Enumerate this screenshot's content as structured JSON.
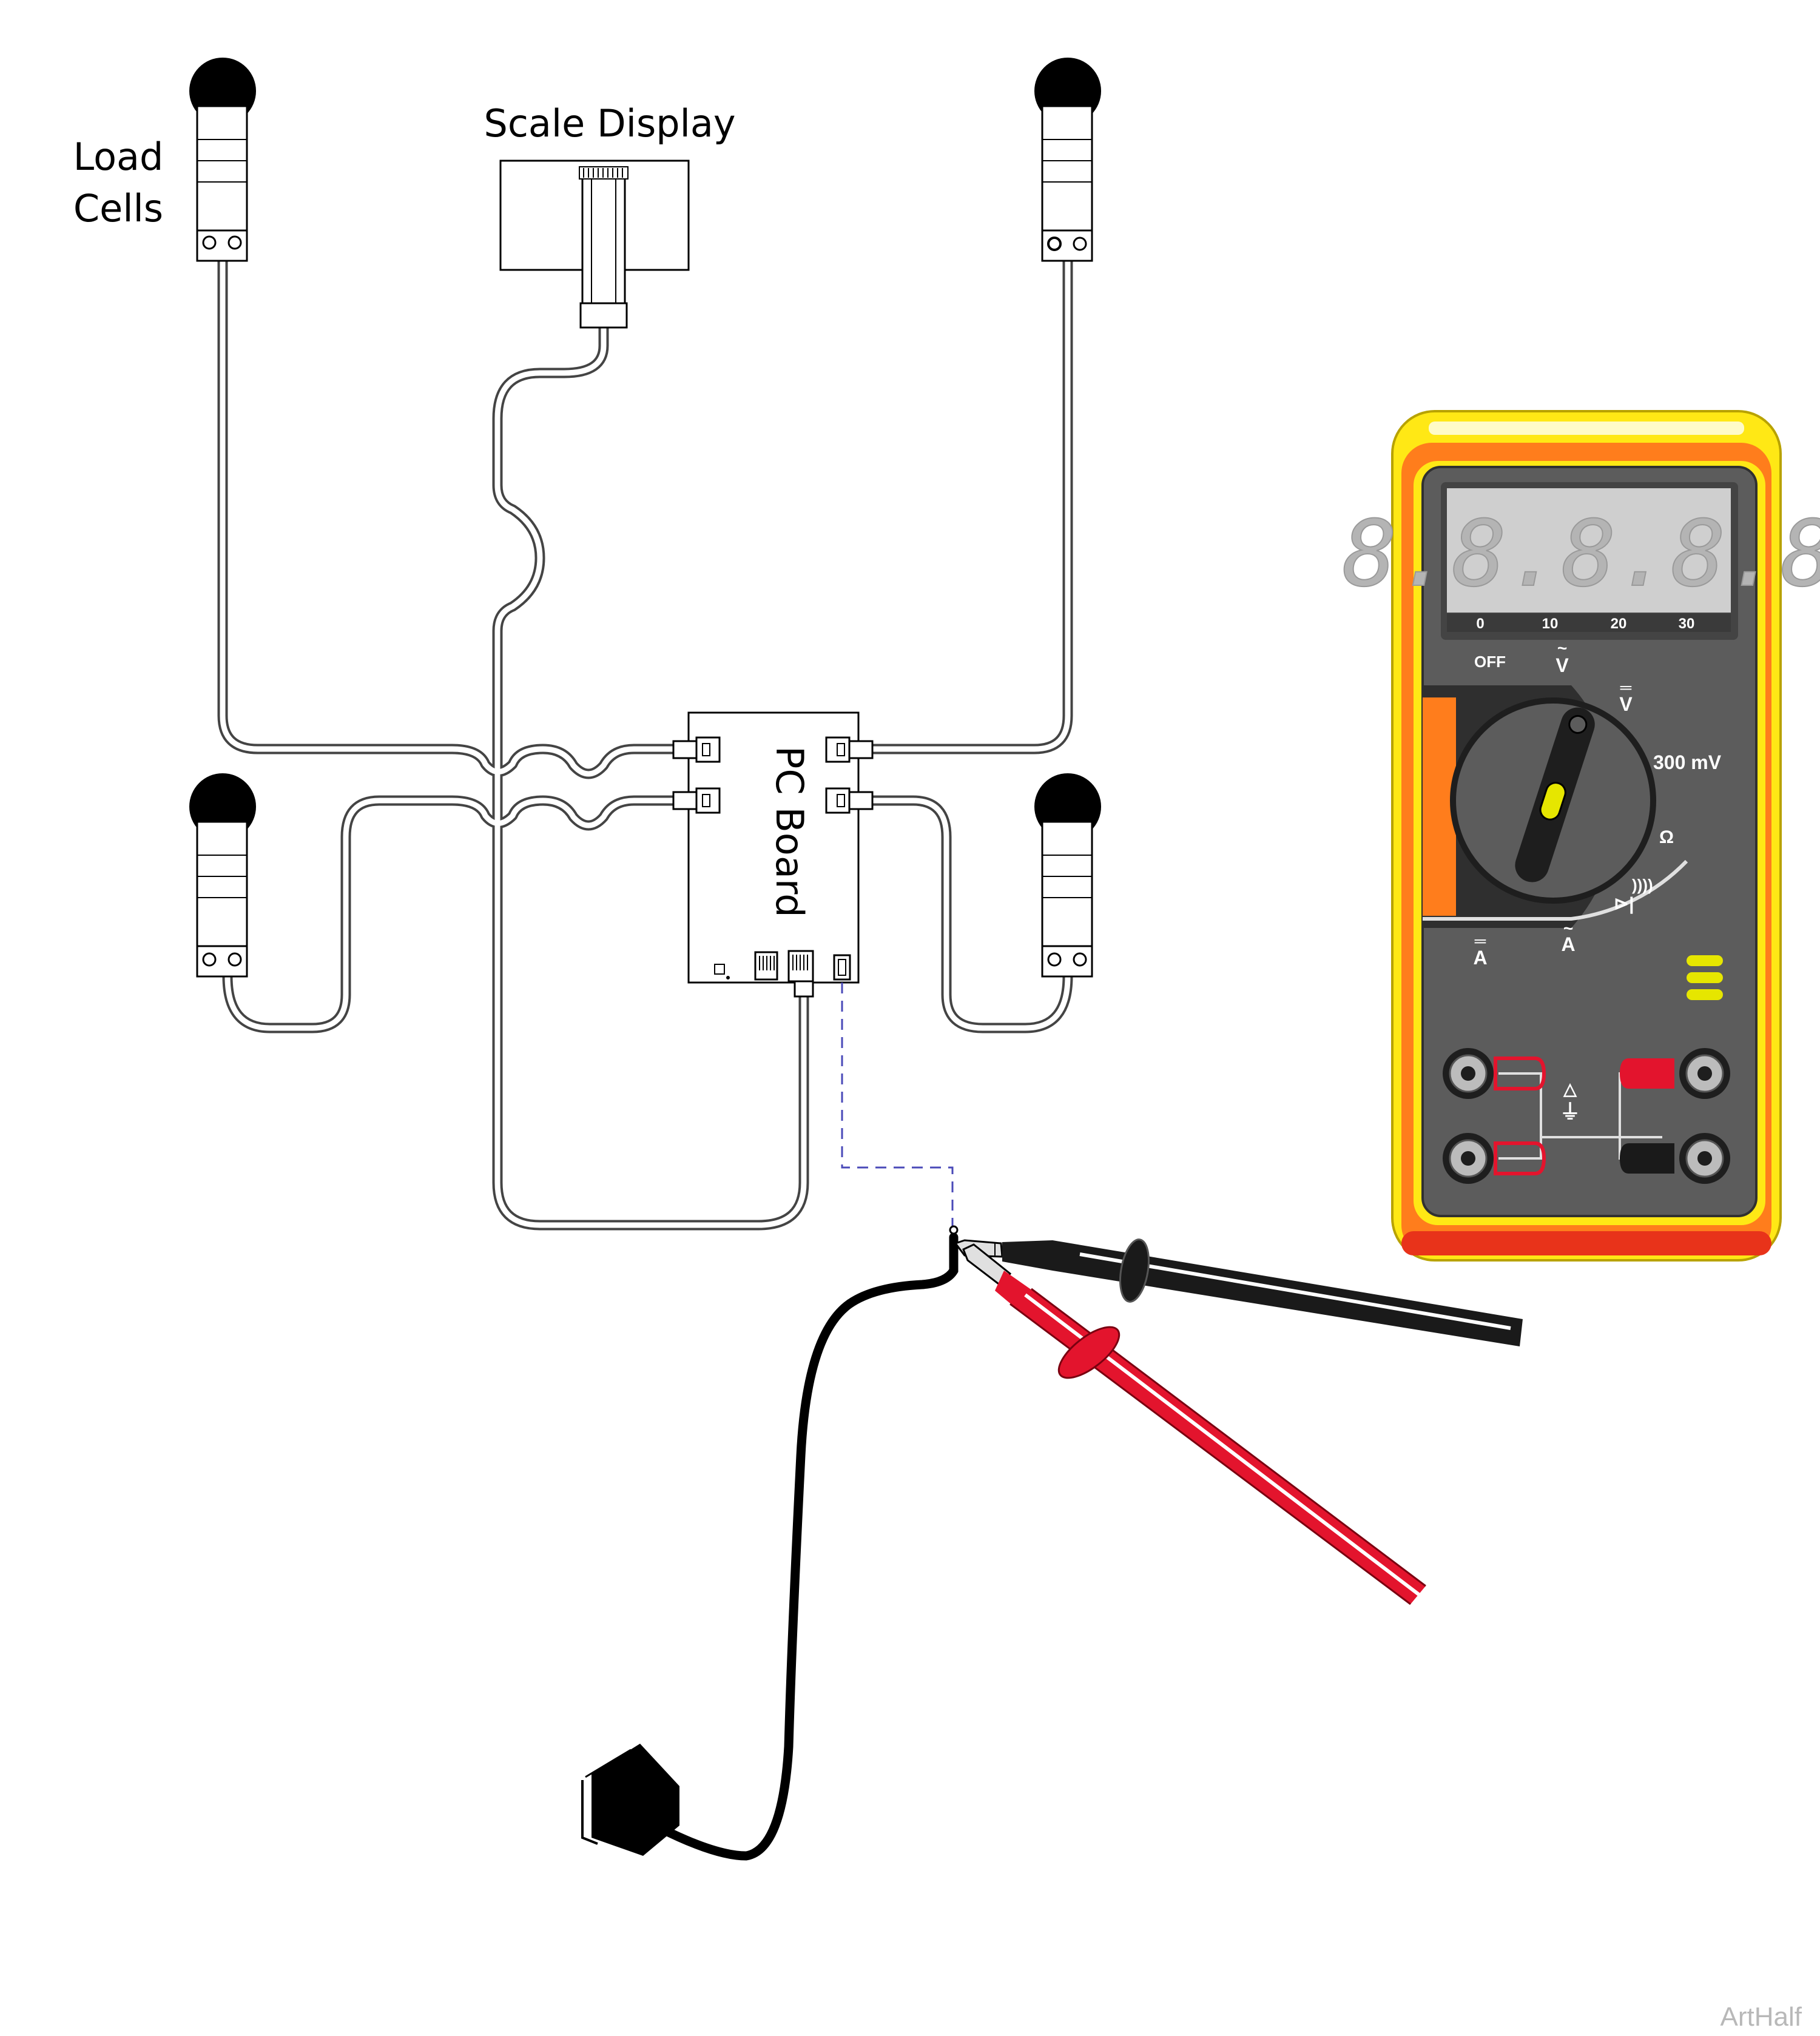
{
  "labels": {
    "load_cells_line1": "Load",
    "load_cells_line2": "Cells",
    "scale_display": "Scale Display",
    "pc_board": "PC Board"
  },
  "meter": {
    "display_digits": "8.8.8.8.8",
    "scale_ticks": [
      "0",
      "10",
      "20",
      "30"
    ],
    "dial": {
      "off": "OFF",
      "ac_volts": "V",
      "dc_volts": "V",
      "millivolts": "300 mV",
      "ohms": "Ω",
      "dc_amps": "A",
      "ac_amps": "A"
    },
    "colors": {
      "body_outer": "#ffe815",
      "body_orange": "#ff7d1c",
      "face": "#5c5c5c",
      "lcd": "#cfcfcf",
      "knob_pointer": "#e6e600"
    }
  },
  "probes": {
    "colors": {
      "black": "#1a1a1a",
      "red": "#e3142d"
    }
  },
  "watermark": "ArtHalf"
}
